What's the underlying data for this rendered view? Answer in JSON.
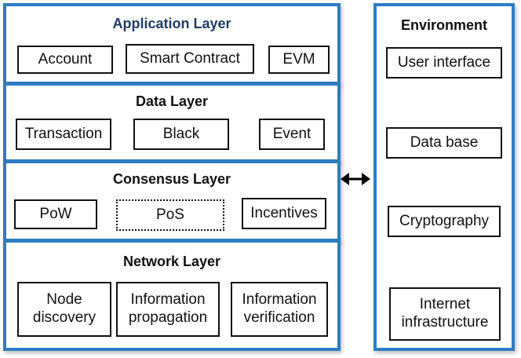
{
  "layers": {
    "application": {
      "title": "Application Layer",
      "items": [
        "Account",
        "Smart Contract",
        "EVM"
      ]
    },
    "data": {
      "title": "Data Layer",
      "items": [
        "Transaction",
        "Black",
        "Event"
      ]
    },
    "consensus": {
      "title": "Consensus Layer",
      "items": [
        "PoW",
        "PoS",
        "Incentives"
      ]
    },
    "network": {
      "title": "Network Layer",
      "items": [
        {
          "line1": "Node",
          "line2": "discovery"
        },
        {
          "line1": "Information",
          "line2": "propagation"
        },
        {
          "line1": "Information",
          "line2": "verification"
        }
      ]
    }
  },
  "environment": {
    "title": "Environment",
    "items": [
      {
        "line1": "User interface",
        "line2": ""
      },
      {
        "line1": "Data base",
        "line2": ""
      },
      {
        "line1": "Cryptography",
        "line2": ""
      },
      {
        "line1": "Internet",
        "line2": "infrastructure"
      }
    ]
  },
  "colors": {
    "layer_border": "#2e7dc4",
    "title_accent": "#1f3c66"
  },
  "icons": {
    "connector": "double-arrow-icon"
  }
}
